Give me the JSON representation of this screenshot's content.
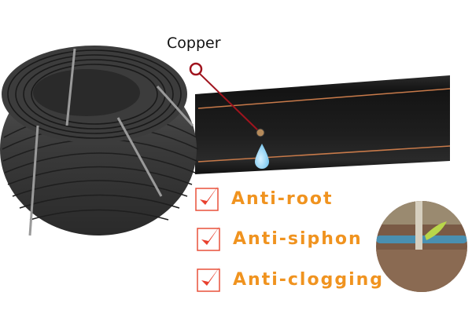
{
  "callout": {
    "label": "Copper",
    "line_color": "#a0141e"
  },
  "features": [
    {
      "label": "Anti-root",
      "checked": true
    },
    {
      "label": "Anti-siphon",
      "checked": true
    },
    {
      "label": "Anti-clogging",
      "checked": true
    }
  ],
  "colors": {
    "feature_text": "#f0931f",
    "checkbox_border": "#e8503a",
    "check_mark": "#e8402e",
    "tape_stripe": "#c87a4a",
    "water_drop": "#8fd3f4"
  },
  "images": {
    "coil": "black-drip-pipe-coil",
    "tape": "flat-drip-tape-with-copper-emitter",
    "photo": "drip-line-seedling-in-soil"
  }
}
